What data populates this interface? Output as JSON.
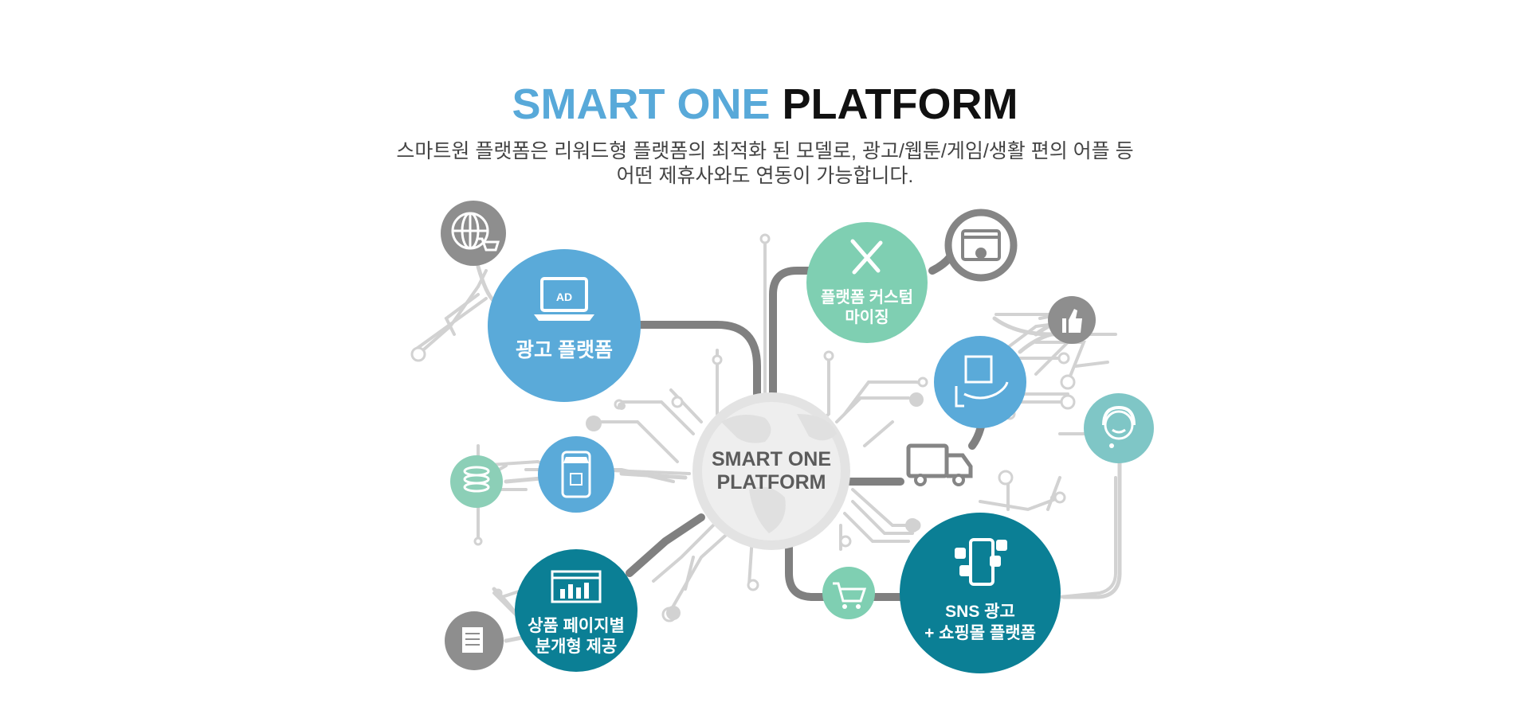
{
  "title": {
    "part1": "SMART ONE",
    "part2": "PLATFORM"
  },
  "subtitle": {
    "line1": "스마트원 플랫폼은 리워드형 플랫폼의 최적화 된 모델로, 광고/웹툰/게임/생활 편의 어플 등",
    "line2": "어떤 제휴사와도 연동이 가능합니다."
  },
  "center": {
    "line1": "SMART ONE",
    "line2": "PLATFORM"
  },
  "nodes": {
    "ad": {
      "label": "광고 플랫폼",
      "icon": "ad-laptop-icon"
    },
    "custom": {
      "line1": "플랫폼 커스텀",
      "line2": "마이징",
      "icon": "tools-icon"
    },
    "product": {
      "line1": "상품 페이지별",
      "line2": "분개형 제공",
      "icon": "chart-page-icon"
    },
    "sns": {
      "line1": "SNS 광고",
      "line2": "+ 쇼핑몰 플랫폼",
      "icon": "social-phone-icon"
    }
  },
  "colors": {
    "title_blue": "#58a9d9",
    "blue": "#5aaad9",
    "mint": "#7fcfb2",
    "teal": "#0b7f95",
    "teal_light": "#7fc6c6",
    "mint_light": "#8ccfb7",
    "grey_icon": "#8e8e8e",
    "line_dark": "#808080",
    "line_light": "#d2d2d2",
    "center_fill": "#e6e6e6"
  }
}
